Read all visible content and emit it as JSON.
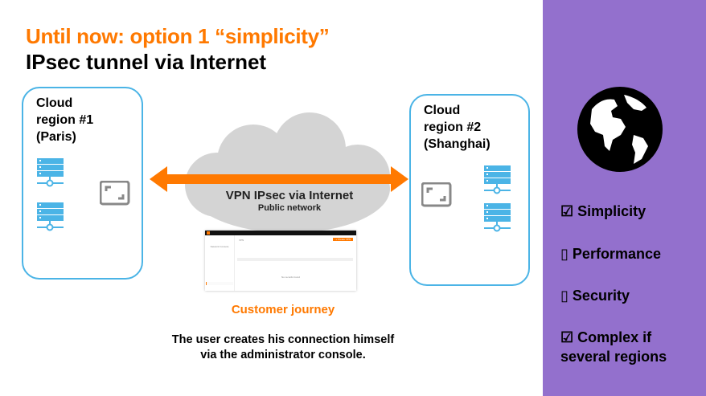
{
  "title": {
    "line1": "Until now: option 1 “simplicity”",
    "line2": "IPsec tunnel via Internet"
  },
  "region1": {
    "line1": "Cloud",
    "line2": "region #1",
    "line3": "(Paris)"
  },
  "region2": {
    "line1": "Cloud",
    "line2": "region #2",
    "line3": "(Shanghai)"
  },
  "cloud": {
    "title": "VPN IPsec via Internet",
    "subtitle": "Public network"
  },
  "console": {
    "sidebar_title": "Network Console",
    "page_title": "VPN",
    "create_button": "+ Create VPN",
    "empty": "No records found"
  },
  "journey": {
    "label": "Customer journey",
    "desc1": "The user creates his connection himself",
    "desc2": "via the administrator console."
  },
  "checklist": [
    {
      "mark": "☑",
      "label": "Simplicity"
    },
    {
      "mark": "▯",
      "label": "Performance"
    },
    {
      "mark": "▯",
      "label": "Security"
    },
    {
      "mark": "☑",
      "label": "Complex if",
      "label2": "several regions"
    }
  ],
  "colors": {
    "orange": "#ff7900",
    "blue": "#4bb4e6",
    "purple": "#9370cd"
  }
}
